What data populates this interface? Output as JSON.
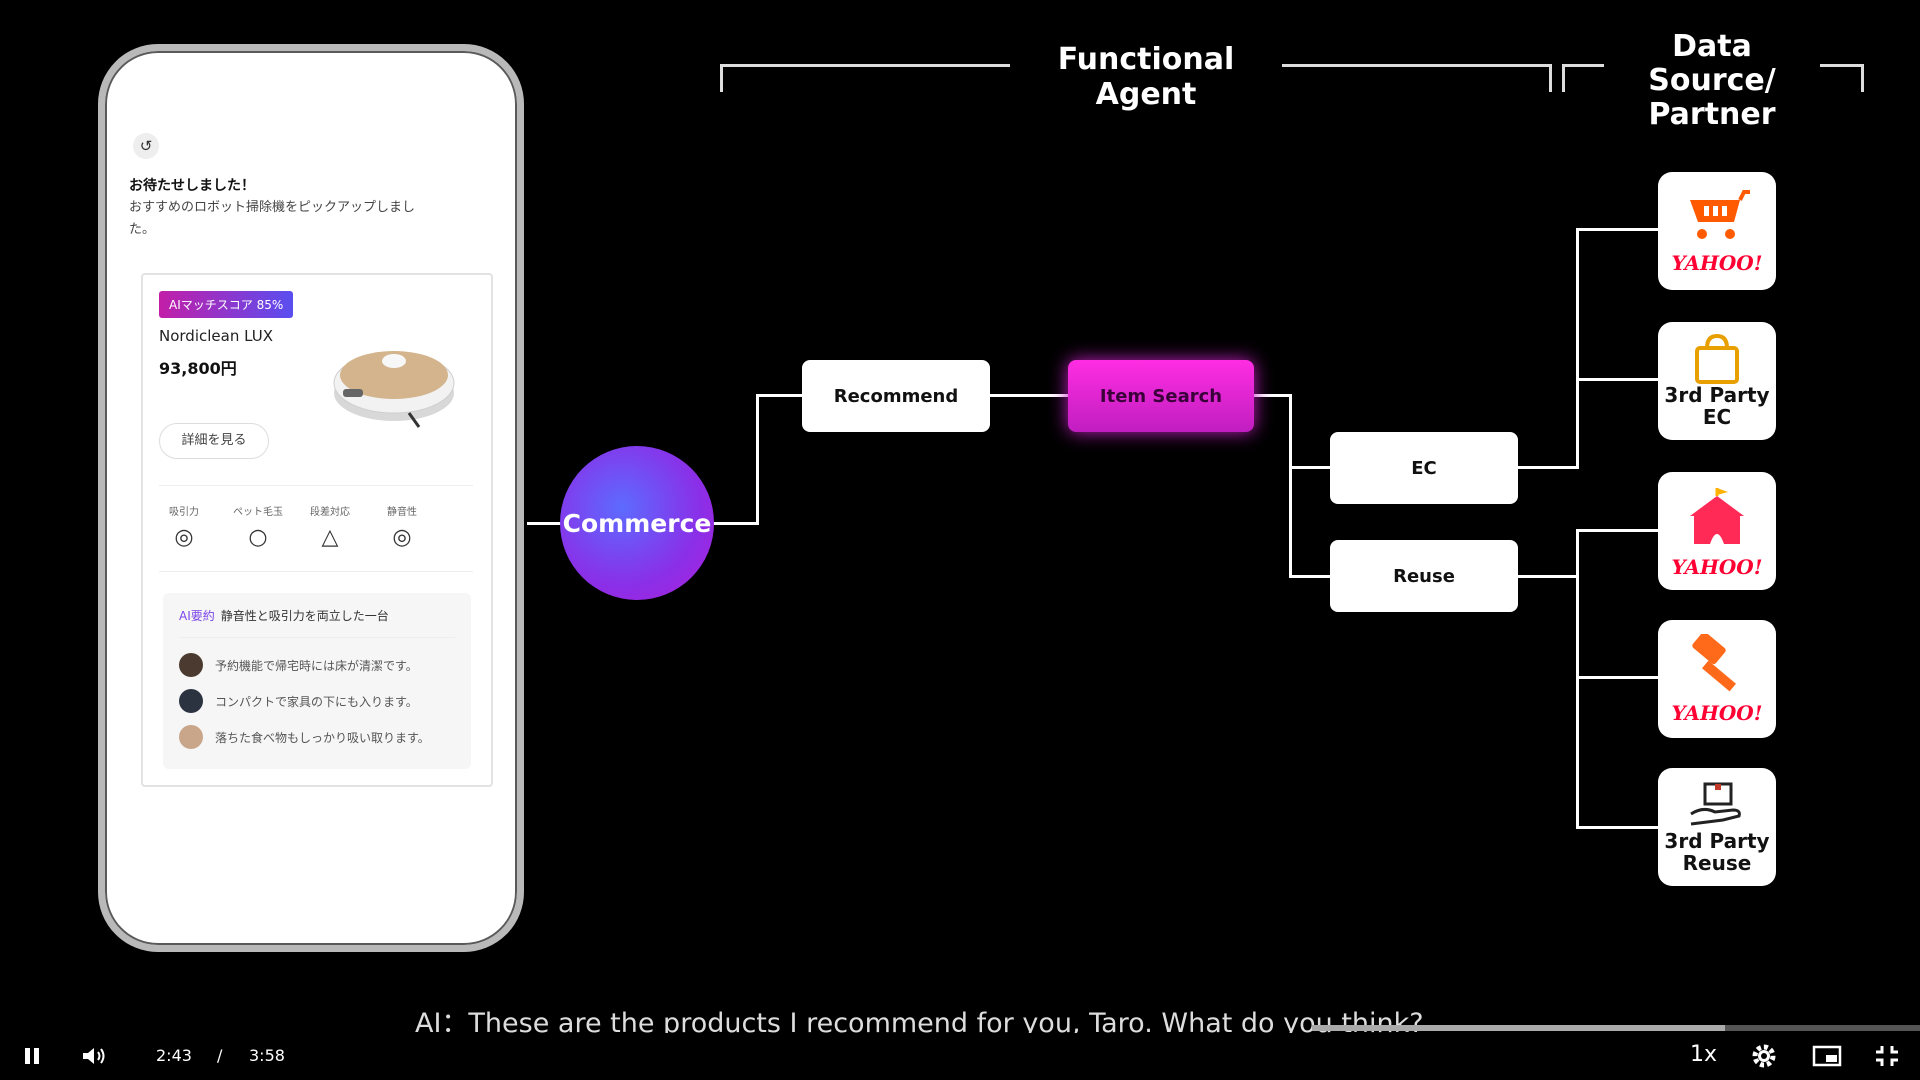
{
  "phone": {
    "history_icon": "history-icon",
    "greeting_title": "お待たせしました！",
    "greeting_body": "おすすめのロボット掃除機をピックアップしました。",
    "card": {
      "badge": "AIマッチスコア 85%",
      "product_name": "Nordiclean LUX",
      "price": "93,800円",
      "detail_button": "詳細を見る",
      "features": [
        {
          "label": "吸引力",
          "symbol": "◎"
        },
        {
          "label": "ペット毛玉",
          "symbol": "○"
        },
        {
          "label": "段差対応",
          "symbol": "△"
        },
        {
          "label": "静音性",
          "symbol": "◎"
        }
      ],
      "ai_summary_tag": "AI要約",
      "ai_summary": "静音性と吸引力を両立した一台",
      "reviews": [
        "予約機能で帰宅時には床が清潔です。",
        "コンパクトで家具の下にも入ります。",
        "落ちた食べ物もしっかり吸い取ります。"
      ]
    }
  },
  "headers": {
    "functional_agent": "Functional Agent",
    "data_source_line1": "Data Source/",
    "data_source_line2": "Partner"
  },
  "nodes": {
    "commerce": "Commerce",
    "recommend": "Recommend",
    "item_search": "Item Search",
    "ec": "EC",
    "reuse": "Reuse"
  },
  "partners": [
    {
      "icon": "shopping-cart-icon",
      "label": "YAHOO!",
      "sub": "",
      "color": "#ff5a00"
    },
    {
      "icon": "shopping-bag-icon",
      "label": "3rd Party",
      "sub": "EC",
      "color": "#e8a000"
    },
    {
      "icon": "tent-icon",
      "label": "YAHOO!",
      "sub": "",
      "color": "#ff2a55"
    },
    {
      "icon": "auction-hammer-icon",
      "label": "YAHOO!",
      "sub": "",
      "color": "#ff6a1a"
    },
    {
      "icon": "hand-box-icon",
      "label": "3rd Party",
      "sub": "Reuse",
      "color": "#222222"
    }
  ],
  "player": {
    "caption": "AI：These are the products I recommend for you, Taro. What do you think?",
    "current_time": "2:43",
    "separator": "/",
    "duration": "3:58",
    "speed": "1x",
    "progress_fraction": 0.68
  }
}
